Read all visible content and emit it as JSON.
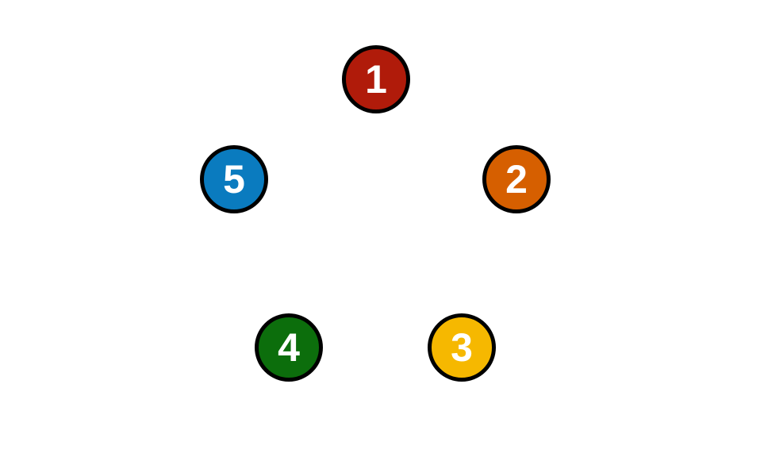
{
  "badges": [
    {
      "label": "1",
      "color": "#b01b0a"
    },
    {
      "label": "2",
      "color": "#d65f00"
    },
    {
      "label": "3",
      "color": "#f6b800"
    },
    {
      "label": "4",
      "color": "#0c6e0c"
    },
    {
      "label": "5",
      "color": "#0a7bbf"
    }
  ]
}
